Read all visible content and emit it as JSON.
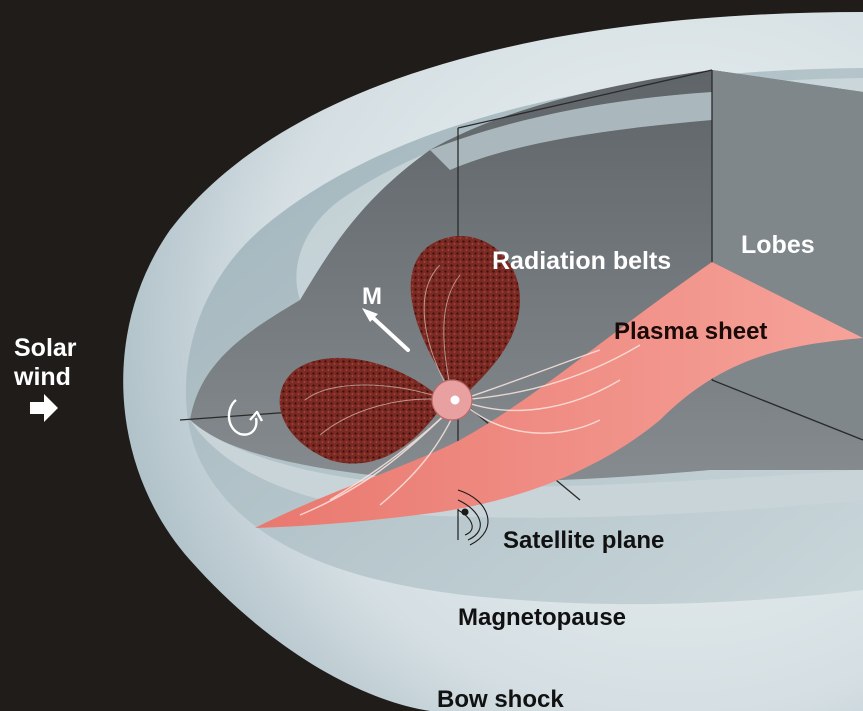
{
  "labels": {
    "solar_wind_line1": "Solar",
    "solar_wind_line2": "wind",
    "lobes": "Lobes",
    "radiation_belts": "Radiation belts",
    "plasma_sheet": "Plasma sheet",
    "moment_axis": "M",
    "satellite_plane": "Satellite plane",
    "magnetopause": "Magnetopause",
    "bow_shock": "Bow shock"
  },
  "colors": {
    "space": "#1f1c19",
    "bow_shock_shell": "#dfe6e9",
    "magnetopause_shell": "#b9c9cf",
    "cavity_interior": "#6d7276",
    "plasma_sheet": "#f0897f",
    "radiation_belts": "#5a1a14",
    "earth": "#e8a0a0"
  },
  "icons": [
    "solar-wind-arrow-icon",
    "rotation-arrow-icon",
    "magnetic-moment-arrow-icon"
  ]
}
